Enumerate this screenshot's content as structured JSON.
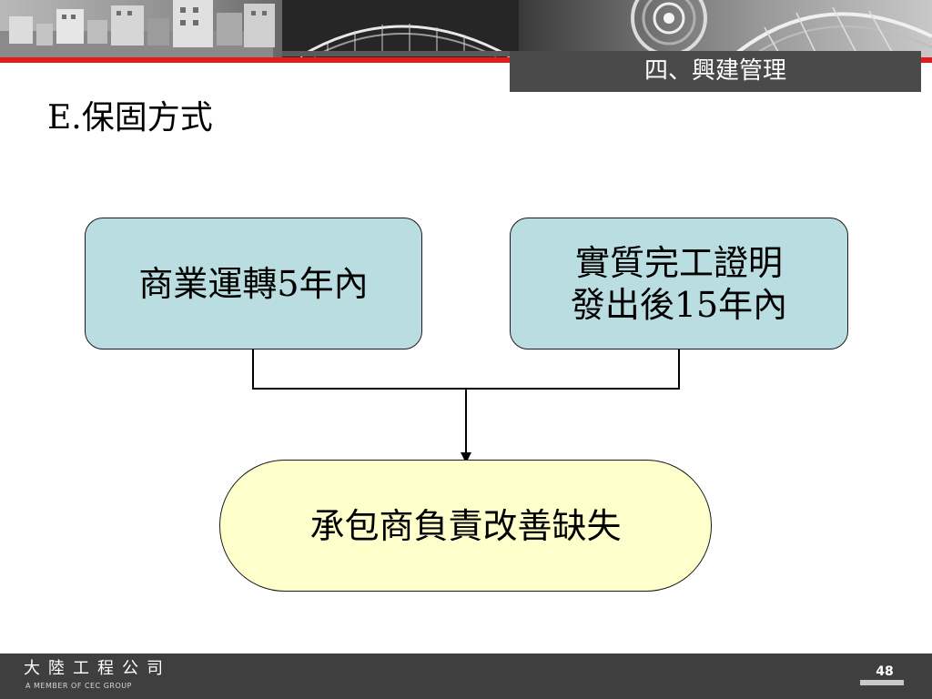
{
  "header": {
    "section_label": "四、興建管理"
  },
  "slide": {
    "title": "E.保固方式"
  },
  "diagram": {
    "left_box": {
      "label": "商業運轉5年內",
      "fill": "#b9dde0"
    },
    "right_box": {
      "line1": "實質完工證明",
      "line2": "發出後15年內",
      "fill": "#b9dde0"
    },
    "bottom_box": {
      "label": "承包商負責改善缺失",
      "fill": "#ffffcc"
    }
  },
  "footer": {
    "company_name": "大陸工程公司",
    "company_tagline": "A MEMBER OF CEC GROUP",
    "page_number": "48"
  },
  "colors": {
    "accent_red": "#e31b1b",
    "label_bar": "#4a4a4a",
    "footer_bar": "#3f3f3f"
  }
}
